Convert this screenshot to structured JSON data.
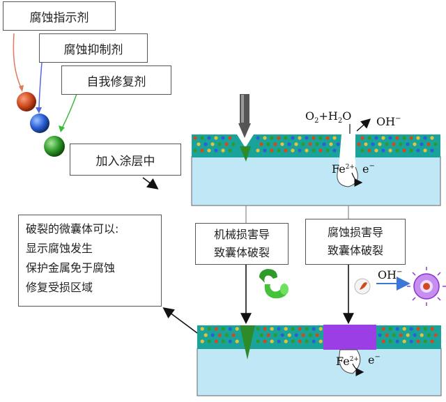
{
  "labels": {
    "corrosion_indicator": "腐蚀指示剂",
    "corrosion_inhibitor": "腐蚀抑制剂",
    "self_repair_agent": "自我修复剂",
    "add_to_coating": "加入涂层中",
    "mechanical_damage": [
      "机械损害导",
      "致囊体破裂"
    ],
    "corrosion_damage": [
      "腐蚀损害导",
      "致囊体破裂"
    ],
    "broken_capsule_effects": [
      "破裂的微囊体可以:",
      "显示腐蚀发生",
      "保护金属免于腐蚀",
      "修复受损区域"
    ]
  },
  "chem": {
    "o2": "O",
    "o2_sub": "2",
    "plus_h2o": "+H",
    "h2o_sub": "2",
    "h2o_o": "O",
    "oh": "OH",
    "oh_sup": "−",
    "fe": "Fe",
    "fe_sup": "2+",
    "electron": "e",
    "electron_sup": "−"
  },
  "colors": {
    "coating": "#1aa39a",
    "substrate": "#bfe7f6",
    "capsule_red": "#d04a1e",
    "capsule_blue": "#2a5fd8",
    "capsule_green": "#2f9a2a",
    "crack_green": "#2d8b2a",
    "patch_purple": "#9b3ee6",
    "arrow_blue": "#3a77d8"
  }
}
